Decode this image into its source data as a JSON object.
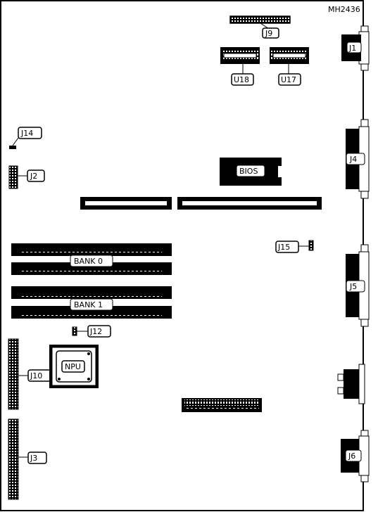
{
  "diagram": {
    "figure_id": "MH2436",
    "labels": {
      "j1": "J1",
      "j2": "J2",
      "j3": "J3",
      "j4": "J4",
      "j5": "J5",
      "j6": "J6",
      "j9": "J9",
      "j10": "J10",
      "j12": "J12",
      "j14": "J14",
      "j15": "J15",
      "u17": "U17",
      "u18": "U18",
      "bios": "BIOS",
      "npu": "NPU",
      "bank0": "BANK 0",
      "bank1": "BANK 1"
    }
  }
}
